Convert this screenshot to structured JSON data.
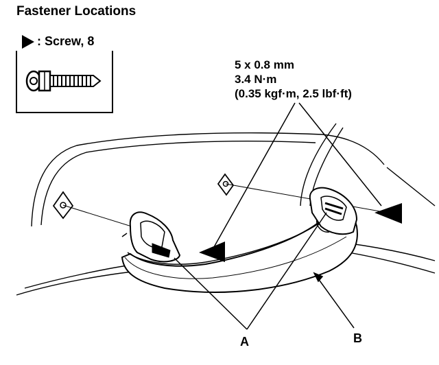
{
  "title": "Fastener Locations",
  "legend": {
    "label": ": Screw, 8"
  },
  "spec": {
    "line1": "5 x 0.8 mm",
    "line2": "3.4 N·m",
    "line3": "(0.35 kgf·m, 2.5 lbf·ft)"
  },
  "callouts": {
    "a": "A",
    "b": "B"
  }
}
